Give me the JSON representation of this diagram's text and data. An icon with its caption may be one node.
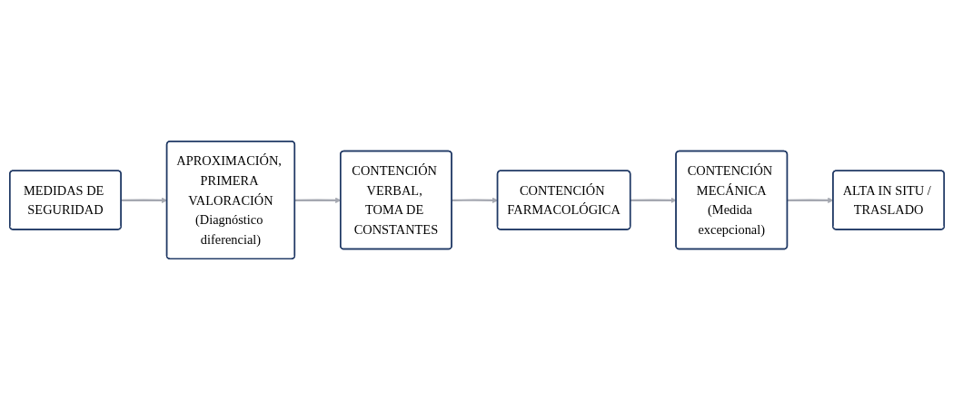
{
  "diagram": {
    "nodes": [
      {
        "text": [
          "MEDIDAS DE SEGURIDAD"
        ]
      },
      {
        "text": [
          "APROXIMACIÓN, PRIMERA VALORACIÓN",
          "(Diagnóstico diferencial)"
        ]
      },
      {
        "text": [
          "CONTENCIÓN VERBAL, TOMA DE CONSTANTES"
        ]
      },
      {
        "text": [
          "CONTENCIÓN FARMACOLÓGICA"
        ]
      },
      {
        "text": [
          "CONTENCIÓN MECÁNICA",
          "(Medida excepcional)"
        ]
      },
      {
        "text": [
          "ALTA IN SITU / TRASLADO"
        ]
      }
    ],
    "edges": [
      {
        "from": 0,
        "to": 1,
        "arrow": "to"
      },
      {
        "from": 1,
        "to": 2,
        "arrow": "to"
      },
      {
        "from": 2,
        "to": 3,
        "arrow": "to"
      },
      {
        "from": 3,
        "to": 4,
        "arrow": "to"
      },
      {
        "from": 4,
        "to": 5,
        "arrow": "to"
      }
    ]
  }
}
